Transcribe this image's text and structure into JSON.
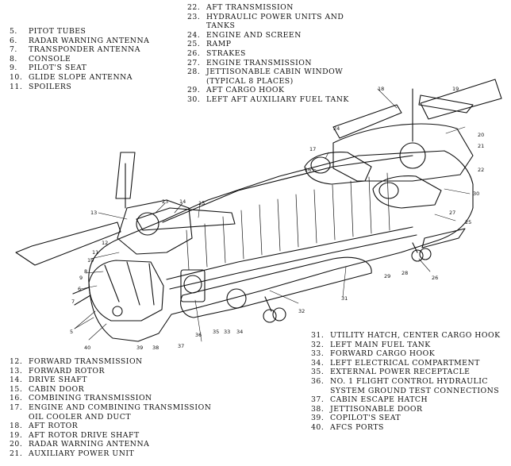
{
  "legend_top_left": [
    {
      "num": "5.",
      "text": "PITOT TUBES"
    },
    {
      "num": "6.",
      "text": "RADAR WARNING ANTENNA"
    },
    {
      "num": "7.",
      "text": "TRANSPONDER ANTENNA"
    },
    {
      "num": "8.",
      "text": "CONSOLE"
    },
    {
      "num": "9.",
      "text": "PILOT'S SEAT"
    },
    {
      "num": "10.",
      "text": "GLIDE SLOPE ANTENNA"
    },
    {
      "num": "11.",
      "text": "SPOILERS"
    }
  ],
  "legend_top_right": [
    {
      "num": "22.",
      "text": "AFT TRANSMISSION"
    },
    {
      "num": "23.",
      "text": "HYDRAULIC POWER UNITS AND"
    },
    {
      "num": "",
      "text": "TANKS"
    },
    {
      "num": "24.",
      "text": "ENGINE AND SCREEN"
    },
    {
      "num": "25.",
      "text": "RAMP"
    },
    {
      "num": "26.",
      "text": "STRAKES"
    },
    {
      "num": "27.",
      "text": "ENGINE TRANSMISSION"
    },
    {
      "num": "28.",
      "text": "JETTISONABLE CABIN WINDOW"
    },
    {
      "num": "",
      "text": "(TYPICAL 8 PLACES)"
    },
    {
      "num": "29.",
      "text": "AFT CARGO HOOK"
    },
    {
      "num": "30.",
      "text": "LEFT AFT AUXILIARY FUEL TANK"
    }
  ],
  "legend_bottom_left": [
    {
      "num": "12.",
      "text": "FORWARD TRANSMISSION"
    },
    {
      "num": "13.",
      "text": "FORWARD ROTOR"
    },
    {
      "num": "14.",
      "text": "DRIVE SHAFT"
    },
    {
      "num": "15.",
      "text": "CABIN DOOR"
    },
    {
      "num": "16.",
      "text": "COMBINING TRANSMISSION"
    },
    {
      "num": "17.",
      "text": "ENGINE AND COMBINING TRANSMISSION"
    },
    {
      "num": "",
      "text": "OIL COOLER AND DUCT"
    },
    {
      "num": "18.",
      "text": "AFT ROTOR"
    },
    {
      "num": "19.",
      "text": "AFT ROTOR DRIVE SHAFT"
    },
    {
      "num": "20.",
      "text": "RADAR WARNING ANTENNA"
    },
    {
      "num": "21.",
      "text": "AUXILIARY POWER UNIT"
    }
  ],
  "legend_bottom_right": [
    {
      "num": "31.",
      "text": "UTILITY HATCH, CENTER CARGO HOOK"
    },
    {
      "num": "32.",
      "text": "LEFT MAIN FUEL TANK"
    },
    {
      "num": "33.",
      "text": "FORWARD CARGO HOOK"
    },
    {
      "num": "34.",
      "text": "LEFT ELECTRICAL COMPARTMENT"
    },
    {
      "num": "35.",
      "text": "EXTERNAL POWER RECEPTACLE"
    },
    {
      "num": "36.",
      "text": "NO. 1 FLIGHT CONTROL HYDRAULIC"
    },
    {
      "num": "",
      "text": "SYSTEM GROUND TEST CONNECTIONS"
    },
    {
      "num": "37.",
      "text": "CABIN ESCAPE HATCH"
    },
    {
      "num": "38.",
      "text": "JETTISONABLE DOOR"
    },
    {
      "num": "39.",
      "text": "COPILOT'S SEAT"
    },
    {
      "num": "40.",
      "text": "AFCS PORTS"
    }
  ],
  "callouts": [
    "5",
    "6",
    "7",
    "8",
    "9",
    "10",
    "11",
    "12",
    "13",
    "14",
    "15",
    "16",
    "17",
    "18",
    "19",
    "20",
    "21",
    "22",
    "23",
    "24",
    "25",
    "26",
    "27",
    "28",
    "29",
    "30",
    "31",
    "32",
    "33",
    "34",
    "35",
    "36",
    "37",
    "38",
    "39",
    "40"
  ]
}
